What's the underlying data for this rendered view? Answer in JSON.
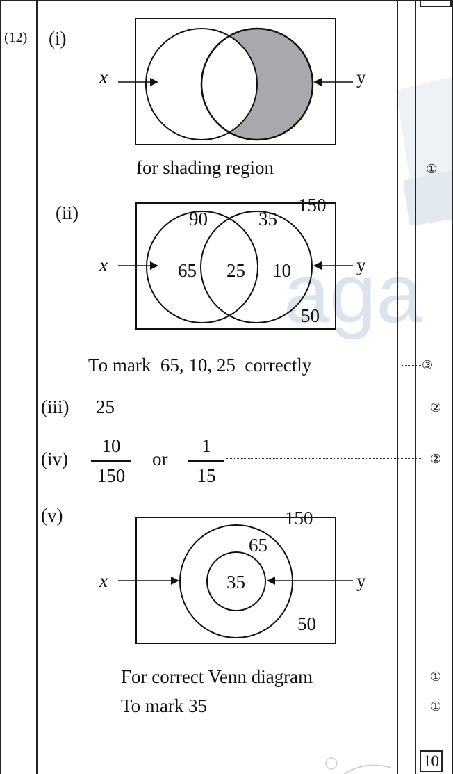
{
  "question_number": "(12)",
  "parts": {
    "i": {
      "label": "(i)",
      "set_x": "x",
      "set_y": "y",
      "note": "for shading region",
      "marks": "①"
    },
    "ii": {
      "label": "(ii)",
      "universal": "150",
      "x_total": "90",
      "y_total": "35",
      "only_x": "65",
      "both": "25",
      "only_y": "10",
      "outside": "50",
      "set_x": "x",
      "set_y": "y",
      "note": "To mark  65, 10, 25  correctly",
      "marks": "③"
    },
    "iii": {
      "label": "(iii)",
      "answer": "25",
      "marks": "②"
    },
    "iv": {
      "label": "(iv)",
      "frac1_num": "10",
      "frac1_den": "150",
      "or": "or",
      "frac2_num": "1",
      "frac2_den": "15",
      "marks": "②"
    },
    "v": {
      "label": "(v)",
      "universal": "150",
      "outer": "65",
      "inner": "35",
      "outside": "50",
      "set_x": "x",
      "set_y": "y",
      "note1": "For correct Venn diagram",
      "marks1": "①",
      "note2": "To mark 35",
      "marks2": "①"
    }
  },
  "total_marks": "10",
  "watermark": "aga",
  "colors": {
    "shade": "#a7a9ac",
    "ink": "#111111",
    "watermark": "#dbe3ec"
  }
}
